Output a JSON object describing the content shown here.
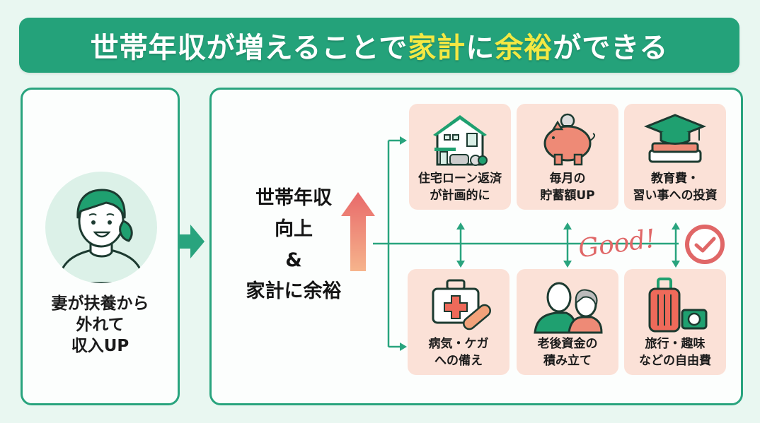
{
  "title": {
    "part1": "世帯年収が増えることで",
    "hl1": "家計",
    "part2": "に",
    "hl2": "余裕",
    "part3": "ができる"
  },
  "left_panel": {
    "icon": "woman-avatar-icon",
    "lines": [
      "妻が扶養から",
      "外れて",
      "収入UP"
    ]
  },
  "flow_arrow_icon": "right-arrow-icon",
  "center": {
    "lines": [
      "世帯年収",
      "向上",
      "&",
      "家計に余裕"
    ],
    "icon": "up-arrow-icon"
  },
  "benefits": [
    {
      "icon": "house-icon",
      "lines": [
        "住宅ローン返済",
        "が計画的に"
      ]
    },
    {
      "icon": "piggy-bank-icon",
      "lines": [
        "毎月の",
        "貯蓄額UP"
      ]
    },
    {
      "icon": "graduation-cap-books-icon",
      "lines": [
        "教育費・",
        "習い事への投資"
      ]
    },
    {
      "icon": "first-aid-kit-icon",
      "lines": [
        "病気・ケガ",
        "への備え"
      ]
    },
    {
      "icon": "elderly-couple-icon",
      "lines": [
        "老後資金の",
        "積み立て"
      ]
    },
    {
      "icon": "suitcase-camera-icon",
      "lines": [
        "旅行・趣味",
        "などの自由費"
      ]
    }
  ],
  "badge": {
    "text": "Good!",
    "icon": "check-circle-icon"
  },
  "colors": {
    "brand_green": "#24a27a",
    "highlight_yellow": "#f3e843",
    "card_pink": "#fbe1d7",
    "accent_red": "#e06767",
    "background": "#e9f7f1"
  }
}
